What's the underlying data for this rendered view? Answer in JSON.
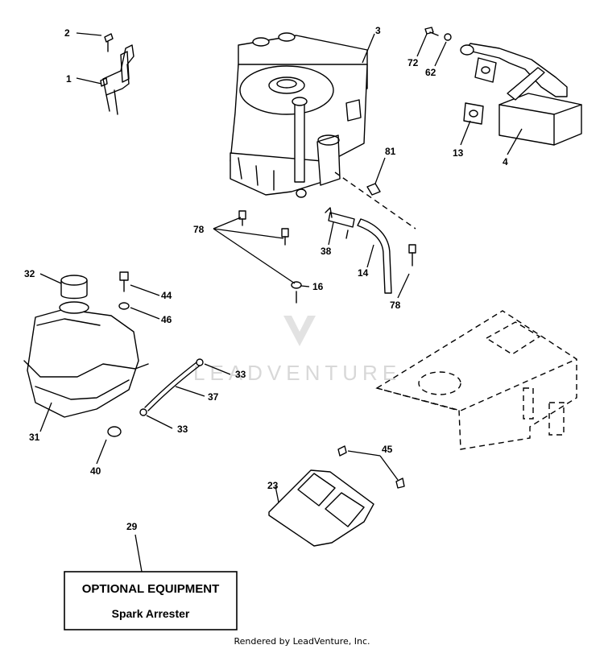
{
  "callouts": {
    "c1": "1",
    "c2": "2",
    "c3": "3",
    "c4": "4",
    "c13": "13",
    "c14": "14",
    "c16": "16",
    "c23": "23",
    "c29": "29",
    "c31": "31",
    "c32": "32",
    "c33a": "33",
    "c33b": "33",
    "c37": "37",
    "c38": "38",
    "c40": "40",
    "c44": "44",
    "c45": "45",
    "c46": "46",
    "c62": "62",
    "c72": "72",
    "c78a": "78",
    "c78b": "78",
    "c81": "81"
  },
  "optional_box": {
    "title": "OPTIONAL EQUIPMENT",
    "subtitle": "Spark Arrester"
  },
  "watermark": "LEADVENTURE",
  "footer": "Rendered by LeadVenture, Inc.",
  "colors": {
    "ink": "#000000",
    "watermark": "#d8d8d8",
    "background": "#ffffff"
  }
}
